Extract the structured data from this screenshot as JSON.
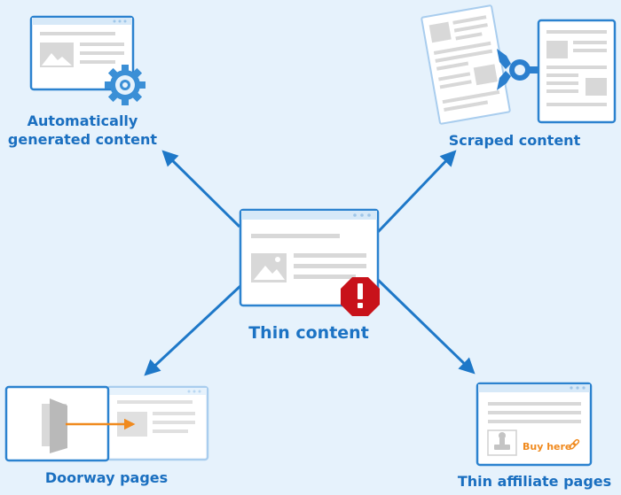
{
  "nodes": {
    "center": {
      "label": "Thin content"
    },
    "top_left": {
      "label_line1": "Automatically",
      "label_line2": "generated content"
    },
    "top_right": {
      "label": "Scraped content"
    },
    "bottom_left": {
      "label": "Doorway pages"
    },
    "bottom_right": {
      "label": "Thin affiliate pages",
      "buy_text": "Buy here"
    }
  },
  "icons": {
    "warning": "exclamation-octagon",
    "gear": "gear",
    "image": "image-placeholder",
    "door": "open-door",
    "robot_arm": "robot-arm",
    "link": "chain-link",
    "stamp": "stamp"
  },
  "colors": {
    "background": "#e6f2fc",
    "accent_blue": "#1a6fc0",
    "arrow": "#1e78c8",
    "warning_red": "#c8121a",
    "orange": "#f08a1e"
  }
}
